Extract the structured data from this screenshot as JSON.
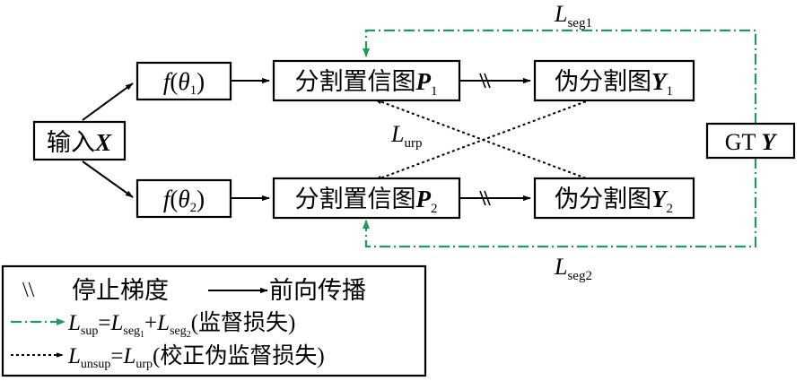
{
  "nodes": {
    "input": {
      "text": "输入",
      "var": "X"
    },
    "f1": {
      "f": "f",
      "open": "(",
      "theta": "θ",
      "sub": "1",
      "close": ")"
    },
    "f2": {
      "f": "f",
      "open": "(",
      "theta": "θ",
      "sub": "2",
      "close": ")"
    },
    "conf1": {
      "text": "分割置信图",
      "var": "P",
      "sub": "1"
    },
    "conf2": {
      "text": "分割置信图",
      "var": "P",
      "sub": "2"
    },
    "pseudo1": {
      "text": "伪分割图",
      "var": "Y",
      "sub": "1"
    },
    "pseudo2": {
      "text": "伪分割图",
      "var": "Y",
      "sub": "2"
    },
    "gt": {
      "text": "GT",
      "var": "Y"
    }
  },
  "edge_labels": {
    "lseg1": {
      "main": "L",
      "sub": "seg1"
    },
    "lseg2": {
      "main": "L",
      "sub": "seg2"
    },
    "lurp": {
      "main": "L",
      "sub": "urp"
    }
  },
  "legend": {
    "stop_symbol": "\\\\",
    "stop_label": "停止梯度",
    "forward_label": "前向传播",
    "sup": {
      "L": "L",
      "sub": "sup",
      "eq": "=",
      "L1": "L",
      "s1": "seg",
      "s1n": "1",
      "plus": "+",
      "L2": "L",
      "s2": "seg",
      "s2n": "2",
      "desc": "(监督损失)"
    },
    "unsup": {
      "L": "L",
      "sub": "unsup",
      "eq": "=",
      "L2": "L",
      "s2": "urp",
      "desc": "(校正伪监督损失)"
    }
  },
  "colors": {
    "green": "#1f9a5a",
    "black": "#000000"
  }
}
